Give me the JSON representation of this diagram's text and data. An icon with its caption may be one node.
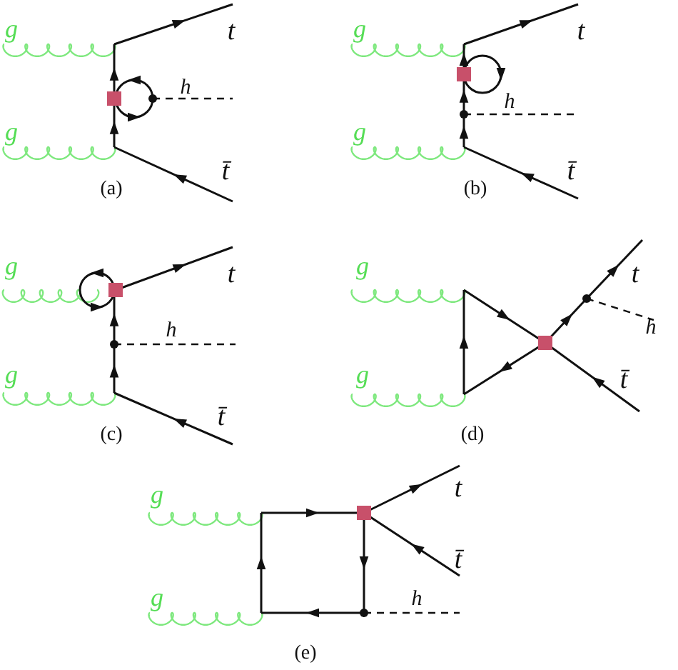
{
  "diagram": {
    "labels": [
      "g",
      "t",
      "h",
      "g",
      "t̄",
      "(a)",
      "g",
      "t",
      "h",
      "g",
      "t̄",
      "(b)",
      "g",
      "t",
      "h",
      "g",
      "t̄",
      "(c)",
      "g",
      "t",
      "h",
      "g",
      "t̄",
      "(d)",
      "g",
      "t",
      "t̄",
      "g",
      "h",
      "(e)"
    ]
  }
}
